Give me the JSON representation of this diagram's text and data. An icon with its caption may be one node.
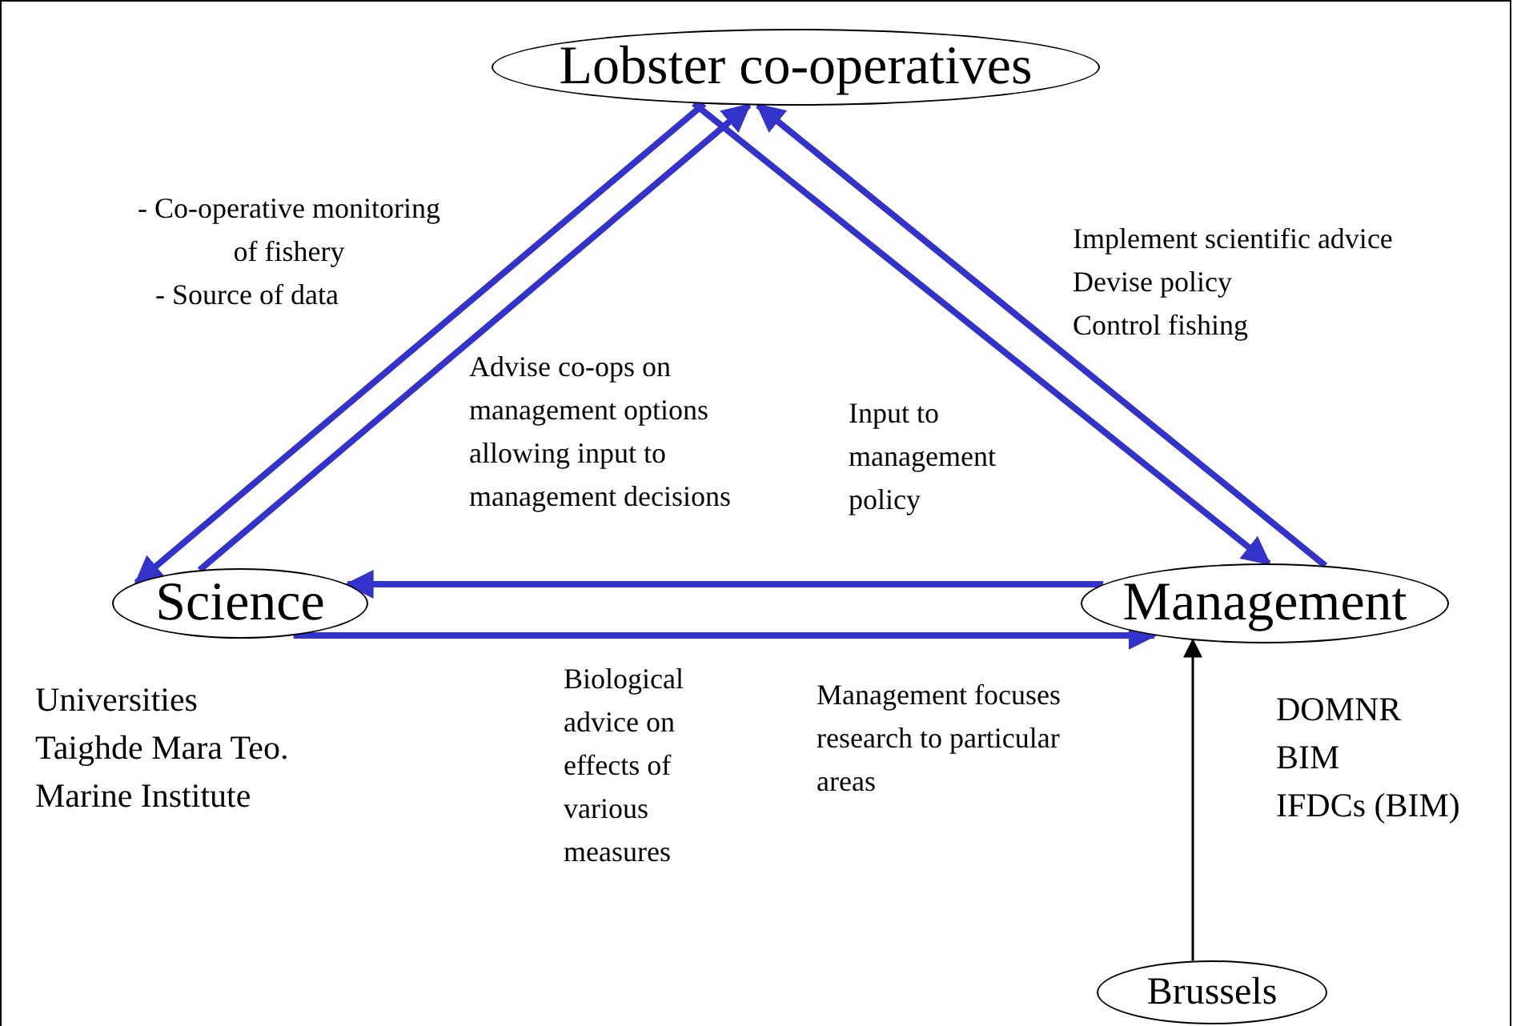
{
  "diagram": {
    "nodes": [
      {
        "text": [
          "Lobster co-operatives"
        ]
      },
      {
        "text": [
          "Science"
        ],
        "beside": [
          "Universities",
          "Taighde Mara Teo.",
          "Marine Institute"
        ]
      },
      {
        "text": [
          "Management"
        ],
        "beside": [
          "DOMNR",
          "BIM",
          "IFDCs (BIM)"
        ]
      },
      {
        "text": [
          "Brussels"
        ]
      }
    ],
    "edges": [
      {
        "from": 1,
        "to": 0,
        "arrow": "to"
      },
      {
        "from": 0,
        "to": 1,
        "arrow": "to"
      },
      {
        "from": 2,
        "to": 0,
        "arrow": "to"
      },
      {
        "from": 0,
        "to": 2,
        "arrow": "to"
      },
      {
        "from": 2,
        "to": 1,
        "arrow": "to"
      },
      {
        "from": 1,
        "to": 2,
        "arrow": "to"
      },
      {
        "from": 3,
        "to": 2,
        "arrow": "to",
        "color": "#000000"
      }
    ],
    "labels": [
      "- Co-operative monitoring of fishery",
      "- Source of data",
      "Implement scientific advice",
      "Devise policy",
      "Control fishing",
      "Advise co-ops on management options allowing input to management decisions",
      "Input to management policy",
      "Biological advice on effects of various measures",
      "Management focuses research to particular areas"
    ]
  }
}
